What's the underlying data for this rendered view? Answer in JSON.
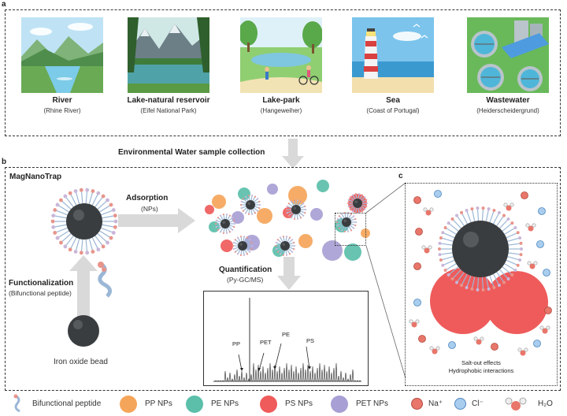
{
  "panel_a": {
    "letter": "a",
    "sites": [
      {
        "name": "River",
        "location": "(Rhine River)"
      },
      {
        "name": "Lake-natural reservoir",
        "location": "(Eifel National Park)"
      },
      {
        "name": "Lake-park",
        "location": "(Hangeweiher)"
      },
      {
        "name": "Sea",
        "location": "(Coast of Portugal)"
      },
      {
        "name": "Wastewater",
        "location": "(Heiderscheidergrund)"
      }
    ],
    "caption": "Environmental Water sample collection"
  },
  "panel_b": {
    "letter": "b",
    "title": "MagNanoTrap",
    "adsorption": {
      "label": "Adsorption",
      "sub": "(NPs)"
    },
    "functionalization": {
      "label": "Functionalization",
      "sub": "(Bifunctional peptide)"
    },
    "bead_label": "Iron oxide bead",
    "quantification": {
      "label": "Quantification",
      "sub": "(Py-GC/MS)"
    },
    "chrom_peaks": {
      "pp": "PP",
      "pet": "PET",
      "pe": "PE",
      "ps": "PS"
    }
  },
  "panel_c": {
    "letter": "c",
    "caption_line1": "Salt-out effects",
    "caption_line2": "Hydrophobic interactions"
  },
  "legend": {
    "peptide": "Bifunctional peptide",
    "pp": "PP NPs",
    "pe": "PE NPs",
    "ps": "PS NPs",
    "pet": "PET NPs",
    "na": "Na⁺",
    "cl": "Cl⁻",
    "water": "H₂O"
  },
  "colors": {
    "pp": "#f5a55a",
    "pe": "#5bbfaa",
    "ps": "#ef5b5b",
    "pet": "#a89fd4",
    "na": "#e8766a",
    "cl": "#6aa6d8",
    "bead": "#3a3d3f"
  }
}
